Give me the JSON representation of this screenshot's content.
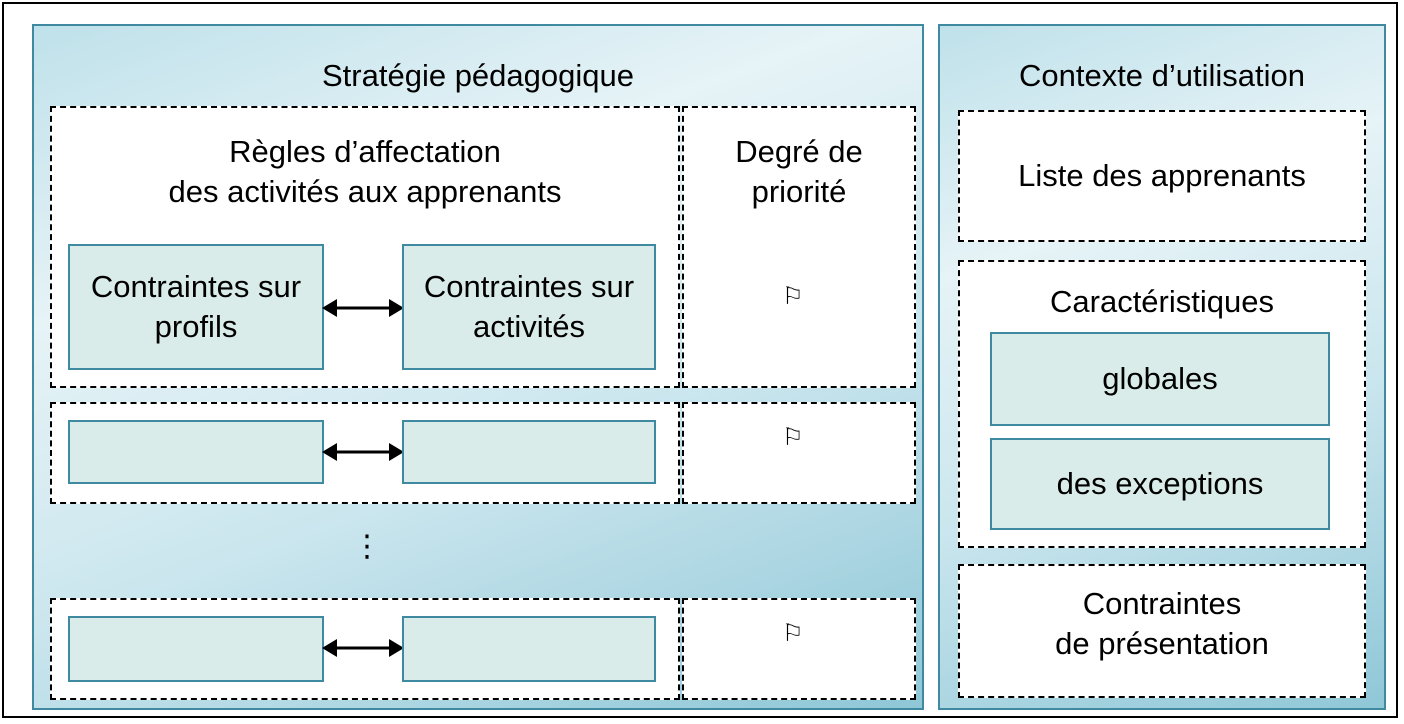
{
  "strategy": {
    "title": "Stratégie pédagogique",
    "rules_title": "Règles d’affectation\ndes activités aux apprenants",
    "priority_title": "Degré de\npriorité",
    "profile_constraints": "Contraintes sur\nprofils",
    "activity_constraints": "Contraintes sur\nactivités",
    "flag_symbol": "⚐",
    "ellipsis": "⋮"
  },
  "context": {
    "title": "Contexte d’utilisation",
    "learner_list": "Liste des apprenants",
    "characteristics_title": "Caractéristiques",
    "global": "globales",
    "exceptions": "des exceptions",
    "presentation_constraints": "Contraintes\nde présentation"
  },
  "colors": {
    "panel_border": "#3f8aa0",
    "box_fill": "#d9ecea"
  }
}
